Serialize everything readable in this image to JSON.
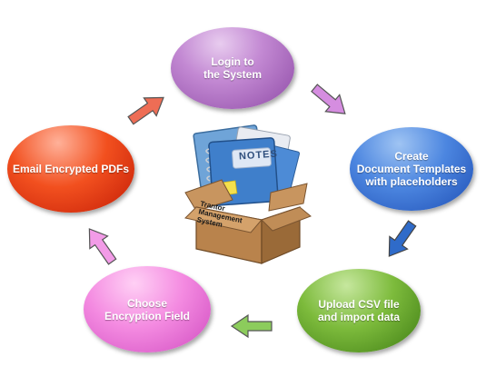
{
  "diagram": {
    "nodes": {
      "login": {
        "label": "Login to\nthe System",
        "color": "#b57ccc"
      },
      "create": {
        "label": "Create\nDocument Templates\nwith placeholders",
        "color": "#3a6fd1"
      },
      "upload": {
        "label": "Upload CSV file\nand import data",
        "color": "#63a72c"
      },
      "choose": {
        "label": "Choose\nEncryption Field",
        "color": "#ee7ad8"
      },
      "email": {
        "label": "Email Encrypted PDFs",
        "color": "#e43a12"
      }
    },
    "center": {
      "notes_text": "NOTES",
      "box_text": "Trantor\nManagement\nSystem"
    },
    "arrows": [
      {
        "from": "email",
        "to": "login",
        "color": "#ee6d55"
      },
      {
        "from": "login",
        "to": "create",
        "color": "#d58de0"
      },
      {
        "from": "create",
        "to": "upload",
        "color": "#2f6bc9"
      },
      {
        "from": "upload",
        "to": "choose",
        "color": "#8ccc5c"
      },
      {
        "from": "choose",
        "to": "email",
        "color": "#f29be7"
      }
    ]
  }
}
